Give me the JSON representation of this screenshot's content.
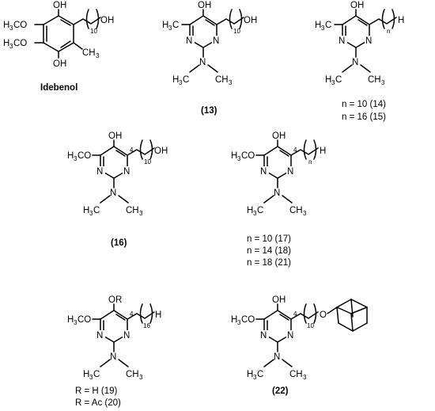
{
  "labels": {
    "idebenol": "Idebenol",
    "c13": "(13)",
    "c14": "n = 10 (14)",
    "c15": "n = 16 (15)",
    "c16": "(16)",
    "c17": "n = 10 (17)",
    "c18": "n = 14 (18)",
    "c21": "n = 18 (21)",
    "c19": "R = H (19)",
    "c20": "R = Ac (20)",
    "c22": "(22)"
  }
}
